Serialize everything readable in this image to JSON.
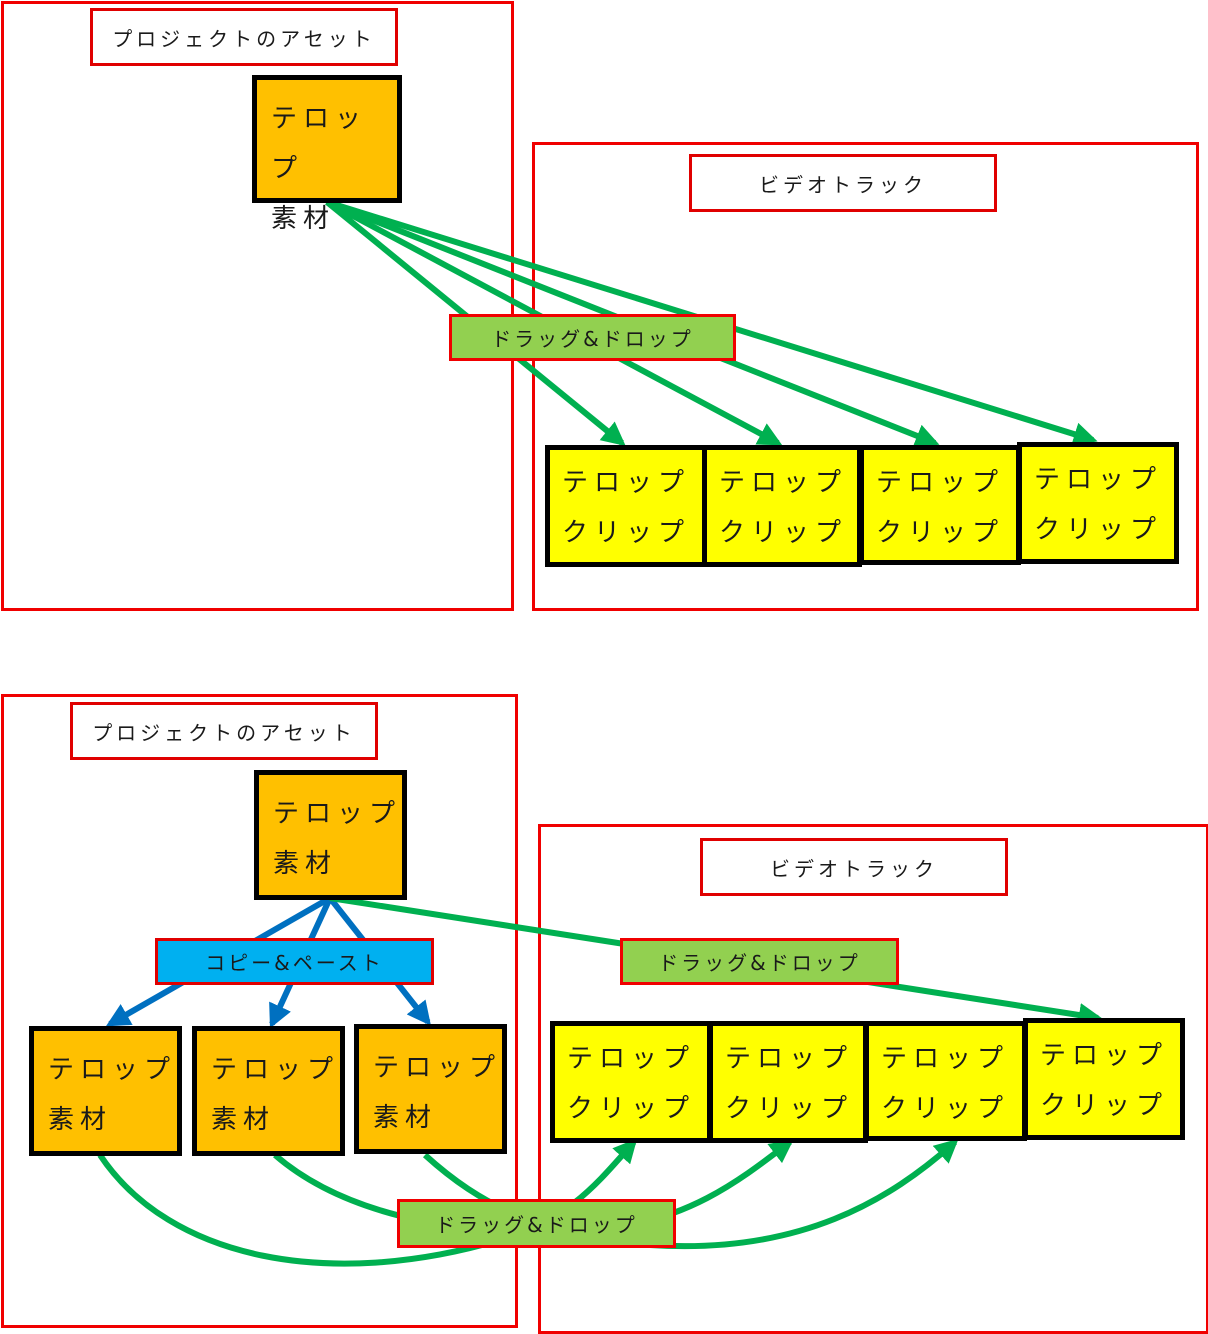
{
  "colors": {
    "frame": "#f00000",
    "asset": "#ffc000",
    "clip": "#ffff00",
    "drag_drop": "#92d050",
    "copy_paste": "#00b0f0",
    "green_arrow": "#00b050",
    "blue_arrow": "#0070c0"
  },
  "top": {
    "assets_panel": {
      "title": "プロジェクトのアセット"
    },
    "source_asset": {
      "line1": "テロップ",
      "line2": "素材"
    },
    "track_panel": {
      "title": "ビデオトラック"
    },
    "drag_label": "ドラッグ&ドロップ",
    "clips": [
      {
        "line1": "テロップ",
        "line2": "クリップ"
      },
      {
        "line1": "テロップ",
        "line2": "クリップ"
      },
      {
        "line1": "テロップ",
        "line2": "クリップ"
      },
      {
        "line1": "テロップ",
        "line2": "クリップ"
      }
    ]
  },
  "bottom": {
    "assets_panel": {
      "title": "プロジェクトのアセット"
    },
    "source_asset": {
      "line1": "テロップ",
      "line2": "素材"
    },
    "copy_label": "コピー&ペースト",
    "copies": [
      {
        "line1": "テロップ",
        "line2": "素材"
      },
      {
        "line1": "テロップ",
        "line2": "素材"
      },
      {
        "line1": "テロップ",
        "line2": "素材"
      }
    ],
    "track_panel": {
      "title": "ビデオトラック"
    },
    "drag_label_top": "ドラッグ&ドロップ",
    "drag_label_bottom": "ドラッグ&ドロップ",
    "clips": [
      {
        "line1": "テロップ",
        "line2": "クリップ"
      },
      {
        "line1": "テロップ",
        "line2": "クリップ"
      },
      {
        "line1": "テロップ",
        "line2": "クリップ"
      },
      {
        "line1": "テロップ",
        "line2": "クリップ"
      }
    ]
  }
}
